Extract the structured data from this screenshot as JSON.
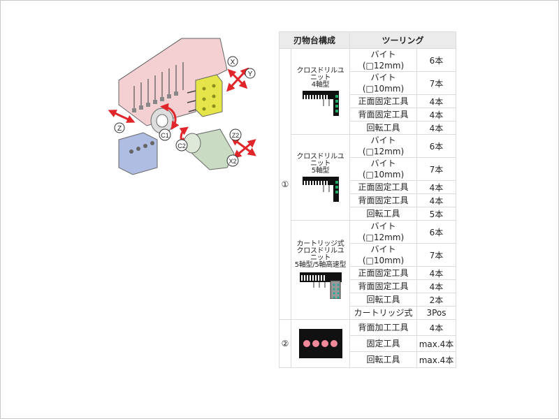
{
  "table": {
    "headers": [
      "刃物台構成",
      "ツーリング"
    ],
    "units": [
      {
        "index": "①",
        "label_lines": [
          "クロスドリルユ",
          "ニット",
          "4軸型"
        ],
        "icon": "cross-drill-unit-4-axis-image",
        "tools": [
          {
            "name_lines": [
              "バイト",
              "(□12mm)"
            ],
            "count": "6本"
          },
          {
            "name_lines": [
              "バイト",
              "(□10mm)"
            ],
            "count": "7本"
          },
          {
            "name_lines": [
              "正面固定工具"
            ],
            "count": "4本"
          },
          {
            "name_lines": [
              "背面固定工具"
            ],
            "count": "4本"
          },
          {
            "name_lines": [
              "回転工具"
            ],
            "count": "4本"
          }
        ]
      },
      {
        "index": "",
        "label_lines": [
          "クロスドリルユ",
          "ニット",
          "5軸型"
        ],
        "icon": "cross-drill-unit-5-axis-image",
        "tools": [
          {
            "name_lines": [
              "バイト",
              "(□12mm)"
            ],
            "count": "6本"
          },
          {
            "name_lines": [
              "バイト",
              "(□10mm)"
            ],
            "count": "7本"
          },
          {
            "name_lines": [
              "正面固定工具"
            ],
            "count": "4本"
          },
          {
            "name_lines": [
              "背面固定工具"
            ],
            "count": "4本"
          },
          {
            "name_lines": [
              "回転工具"
            ],
            "count": "5本"
          }
        ]
      },
      {
        "index": "",
        "label_lines": [
          "カートリッジ式",
          "クロスドリルユ",
          "ニット",
          "5軸型/5軸高速型"
        ],
        "icon": "cartridge-cross-drill-unit-image",
        "tools": [
          {
            "name_lines": [
              "バイト",
              "(□12mm)"
            ],
            "count": "6本"
          },
          {
            "name_lines": [
              "バイト",
              "(□10mm)"
            ],
            "count": "7本"
          },
          {
            "name_lines": [
              "正面固定工具"
            ],
            "count": "4本"
          },
          {
            "name_lines": [
              "背面固定工具"
            ],
            "count": "4本"
          },
          {
            "name_lines": [
              "回転工具"
            ],
            "count": "2本"
          },
          {
            "name_lines": [
              "カートリッジ式"
            ],
            "count": "3Pos"
          }
        ]
      },
      {
        "index": "②",
        "label_lines": [],
        "icon": "back-tool-post-image",
        "tools": [
          {
            "name_lines": [
              "背面加工工具"
            ],
            "count": "4本"
          },
          {
            "name_lines": [
              "固定工具"
            ],
            "count": "max.4本"
          },
          {
            "name_lines": [
              "回転工具"
            ],
            "count": "max.4本"
          }
        ]
      }
    ]
  },
  "diagram": {
    "axis_labels": [
      "X",
      "Y",
      "Z",
      "C1",
      "C2",
      "Z2",
      "X2"
    ],
    "colors": {
      "tool_post": "#f4d0d3",
      "cross_drill": "#e5e54a",
      "back_block": "#b0bde3",
      "spindle": "#c9dcc3",
      "arrow": "#e0262a"
    }
  }
}
